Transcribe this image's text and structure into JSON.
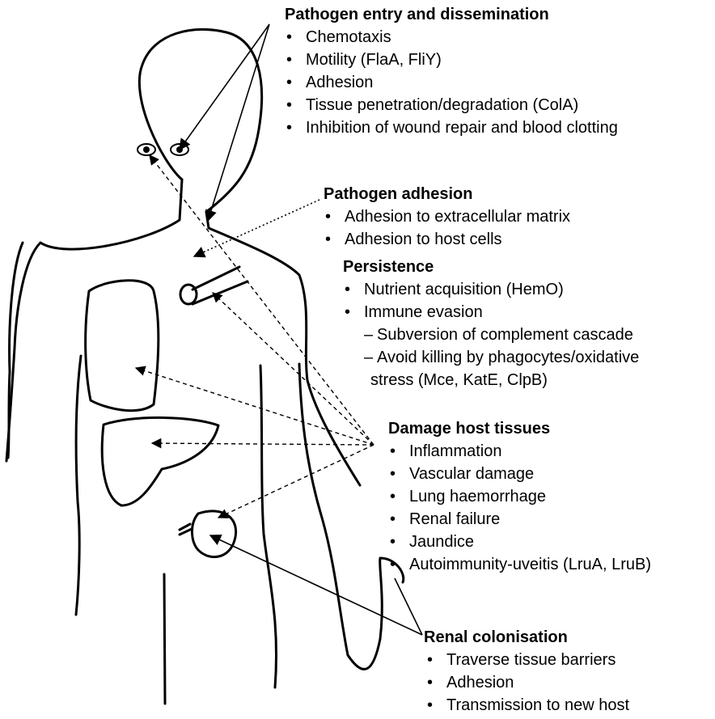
{
  "entry": {
    "title": "Pathogen entry and dissemination",
    "items": [
      "Chemotaxis",
      "Motility (FlaA, FliY)",
      "Adhesion",
      "Tissue penetration/degradation (ColA)",
      "Inhibition of wound repair and blood clotting"
    ]
  },
  "adhesion": {
    "title": "Pathogen adhesion",
    "items": [
      "Adhesion to extracellular matrix",
      "Adhesion to host cells"
    ]
  },
  "persistence": {
    "title": "Persistence",
    "items": [
      "Nutrient acquisition (HemO)",
      "Immune evasion"
    ],
    "subitems": [
      "Subversion of complement cascade",
      "Avoid killing by phagocytes/oxidative"
    ],
    "subitem_continuation": "stress (Mce, KatE, ClpB)"
  },
  "damage": {
    "title": "Damage host tissues",
    "items": [
      "Inflammation",
      "Vascular damage",
      "Lung haemorrhage",
      "Renal failure",
      "Jaundice",
      "Autoimmunity-uveitis (LruA, LruB)"
    ]
  },
  "renal": {
    "title": "Renal colonisation",
    "items": [
      "Traverse tissue barriers",
      "Adhesion",
      "Transmission to new host"
    ]
  },
  "glyphs": {
    "bullet": "•",
    "dash": "–"
  }
}
